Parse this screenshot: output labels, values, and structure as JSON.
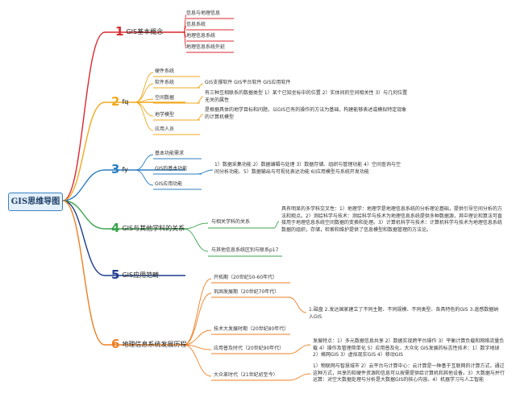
{
  "root": {
    "title": "GIS思维导图"
  },
  "colors": {
    "root_border": "#3a82c4",
    "b1": "#d9282f",
    "b2": "#f0a81c",
    "b3": "#2b7fc0",
    "b4": "#3aa44b",
    "b5": "#1f3f8e",
    "b6": "#ee7f22"
  },
  "branches": [
    {
      "num": "1",
      "title": "GIS基本概念",
      "items": [
        "信息与地理信息",
        "信息系统",
        "地理信息系统",
        "地理信息系统外延"
      ]
    },
    {
      "num": "2",
      "title": "fq",
      "items": [
        "硬件系统",
        "软件系统",
        "空间数据",
        "地学模型",
        "应用人员"
      ],
      "details": {
        "software": "GIS支撑软件 GIS平台软件 GIS应用软件",
        "spatial_data": "有三种互相联系的数据类型 1）某个已知坐标中的位置 2）实体间的空间相关性 3）与几何位置无关的属性",
        "model": "是根据具体的地学目标和问题，以GIS已有的操作的方法为基础，构建能够表述或模拟特定现象的计算机模型"
      }
    },
    {
      "num": "3",
      "title": "fy",
      "items": [
        "基本功能需求",
        "GIS的基本功能",
        "GIS应用功能"
      ],
      "details": {
        "basic_func": "1）数据采集功能 2）数据编辑与处理 3）数据存储、组织与管理功能 4）空间查询与空间分析功能、5）数据输出与可视化表达功能 6)应用模型与系统开发功能"
      }
    },
    {
      "num": "4",
      "title": "GIS与其他学科的关系",
      "items": [
        "与相关学科的关系",
        "与其他信息系统区别与联系p17"
      ],
      "details": {
        "related": "具有明显的多学科交叉性：1）地理学：地理学是地理信息系统的分析理论基础，提供引导空间分析的方法和观点。2）测绘科学与技术：测绘科学与技术为地理信息系统提供多种数据源，其中理论和算法可直接用于地理信息系统空间数据的变换和处理。3）计算机科学与技术：计算机科学与技术为地理信息系统数据的组织，存储，检索和维护提供了信息模型和数据管理的方法论。"
      }
    },
    {
      "num": "5",
      "title": "GIS应用范畴",
      "items": []
    },
    {
      "num": "6",
      "title": "地理信息系统发展历程",
      "items": [
        "开拓期（20世纪50-60年代）",
        "巩固发展期（20世纪70年代）",
        "技术大发展时期（20世纪80年代）",
        "应用普及时代（20世纪90年代）",
        "大众革时代（21世纪初至今）"
      ],
      "details": {
        "consolidation": "1.磁盘 2.发达国家建立了不同主题、不同规模、不同类型、各具特色的GIS 3.遥感数据纳入GIS",
        "popular": "发展特点：1）多元数据信息共享 2）数据实现跨平台操作 3）平衡计算负载和网络流量负载 4）操作及管理简单化 5）应用普及化、大众化 GIS发展的标志性技术：1）数字地球 2）格网GIS 3）虚拟现实GIS 4）移动GIS",
        "mass": "1）物联网与智慧城市 2）云平台与计算中心：云计算是一种基于互联网的计算方式，通过这种方式，共享的软硬件资源和信息可以按需提供给计算机和其他设备。3）大数据与并行运算：对空大数据处理与分析是大数据GIS的核心内容。4）机器学习与人工智能"
      }
    }
  ]
}
